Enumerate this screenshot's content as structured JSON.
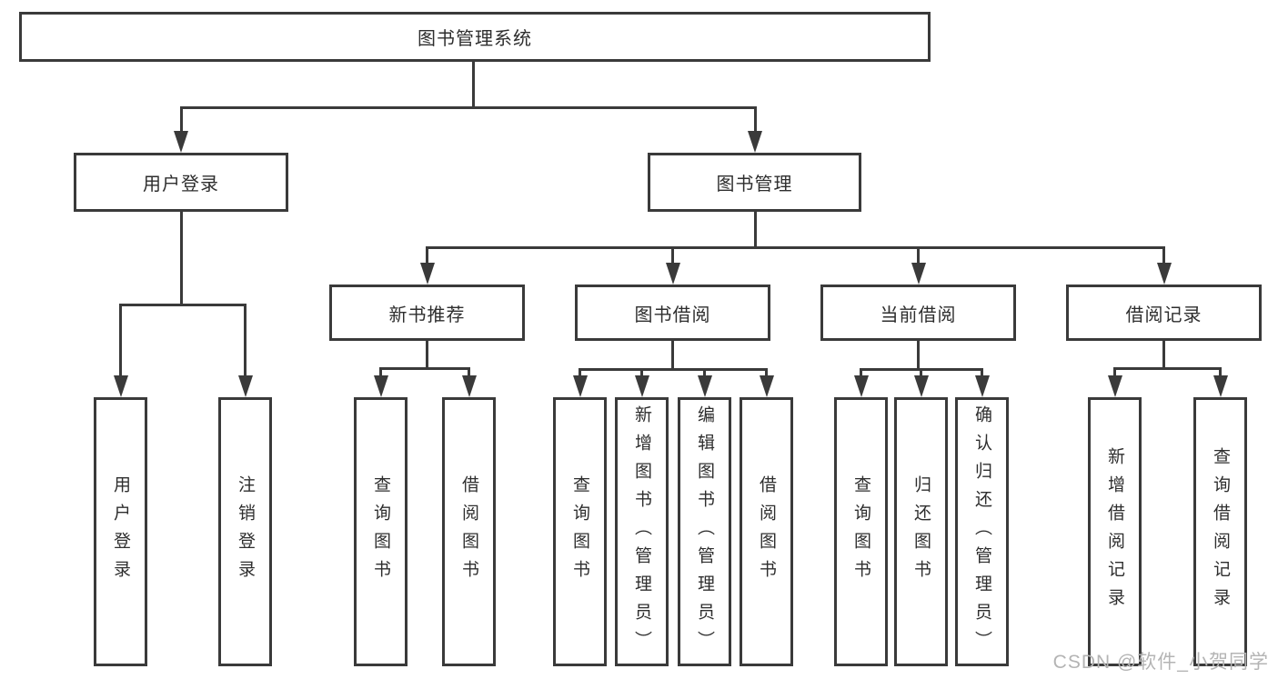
{
  "diagram_title": "图书管理系统",
  "watermark": "CSDN @软件_小贺同学",
  "tree": {
    "root": {
      "label": "图书管理系统"
    },
    "branches": [
      {
        "label": "用户登录",
        "children": [
          {
            "label": "用户登录"
          },
          {
            "label": "注销登录"
          }
        ]
      },
      {
        "label": "图书管理",
        "children": [
          {
            "label": "新书推荐",
            "children": [
              {
                "label": "查询图书"
              },
              {
                "label": "借阅图书"
              }
            ]
          },
          {
            "label": "图书借阅",
            "children": [
              {
                "label": "查询图书"
              },
              {
                "label": "新增图书（管理员）"
              },
              {
                "label": "编辑图书（管理员）"
              },
              {
                "label": "借阅图书"
              }
            ]
          },
          {
            "label": "当前借阅",
            "children": [
              {
                "label": "查询图书"
              },
              {
                "label": "归还图书"
              },
              {
                "label": "确认归还（管理员）"
              }
            ]
          },
          {
            "label": "借阅记录",
            "children": [
              {
                "label": "新增借阅记录"
              },
              {
                "label": "查询借阅记录"
              }
            ]
          }
        ]
      }
    ]
  }
}
